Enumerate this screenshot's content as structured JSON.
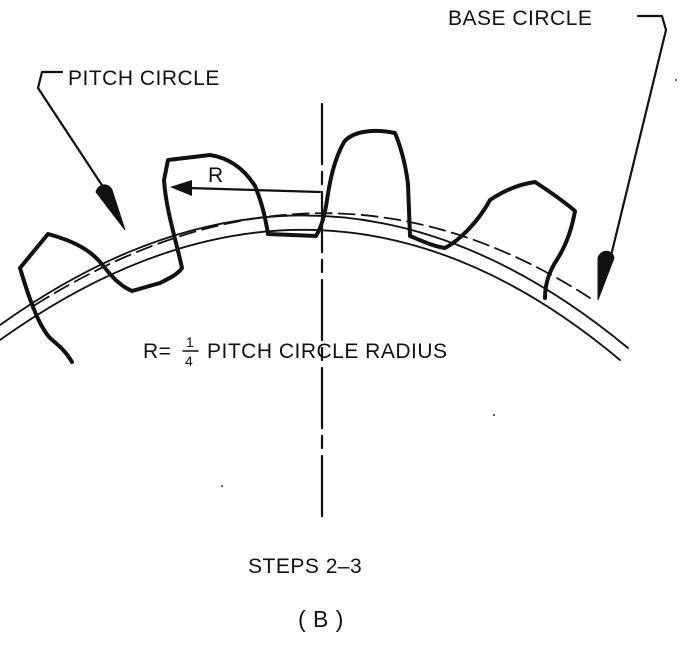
{
  "diagram": {
    "labels": {
      "base_circle": "BASE CIRCLE",
      "pitch_circle": "PITCH CIRCLE",
      "radius_marker": "R",
      "formula_prefix": "R=",
      "formula_numerator": "1",
      "formula_denominator": "4",
      "formula_suffix": "PITCH CIRCLE RADIUS",
      "steps": "STEPS 2–3",
      "figure_id": "( B )"
    }
  }
}
